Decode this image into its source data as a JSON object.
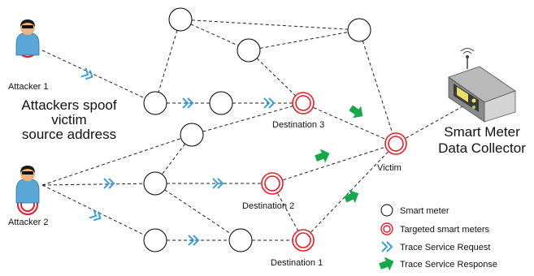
{
  "labels": {
    "attacker1": "Attacker 1",
    "attacker2": "Attacker 2",
    "spoof_line1": "Attackers spoof",
    "spoof_line2": "victim",
    "spoof_line3": "source address",
    "destination1": "Destination 1",
    "destination2": "Destination 2",
    "destination3": "Destination 3",
    "victim": "Victim",
    "collector_line1": "Smart Meter",
    "collector_line2": "Data Collector"
  },
  "legend": {
    "smart_meter": "Smart meter",
    "targeted": "Targeted smart meters",
    "request": "Trace Service Request",
    "response": "Trace Service Response"
  },
  "colors": {
    "meter_stroke": "#000000",
    "target_red": "#e0202a",
    "request_blue": "#3a9fd6",
    "response_green": "#18a84a",
    "attacker_body": "#5aa6d6",
    "attacker_skin": "#f2b27a"
  }
}
